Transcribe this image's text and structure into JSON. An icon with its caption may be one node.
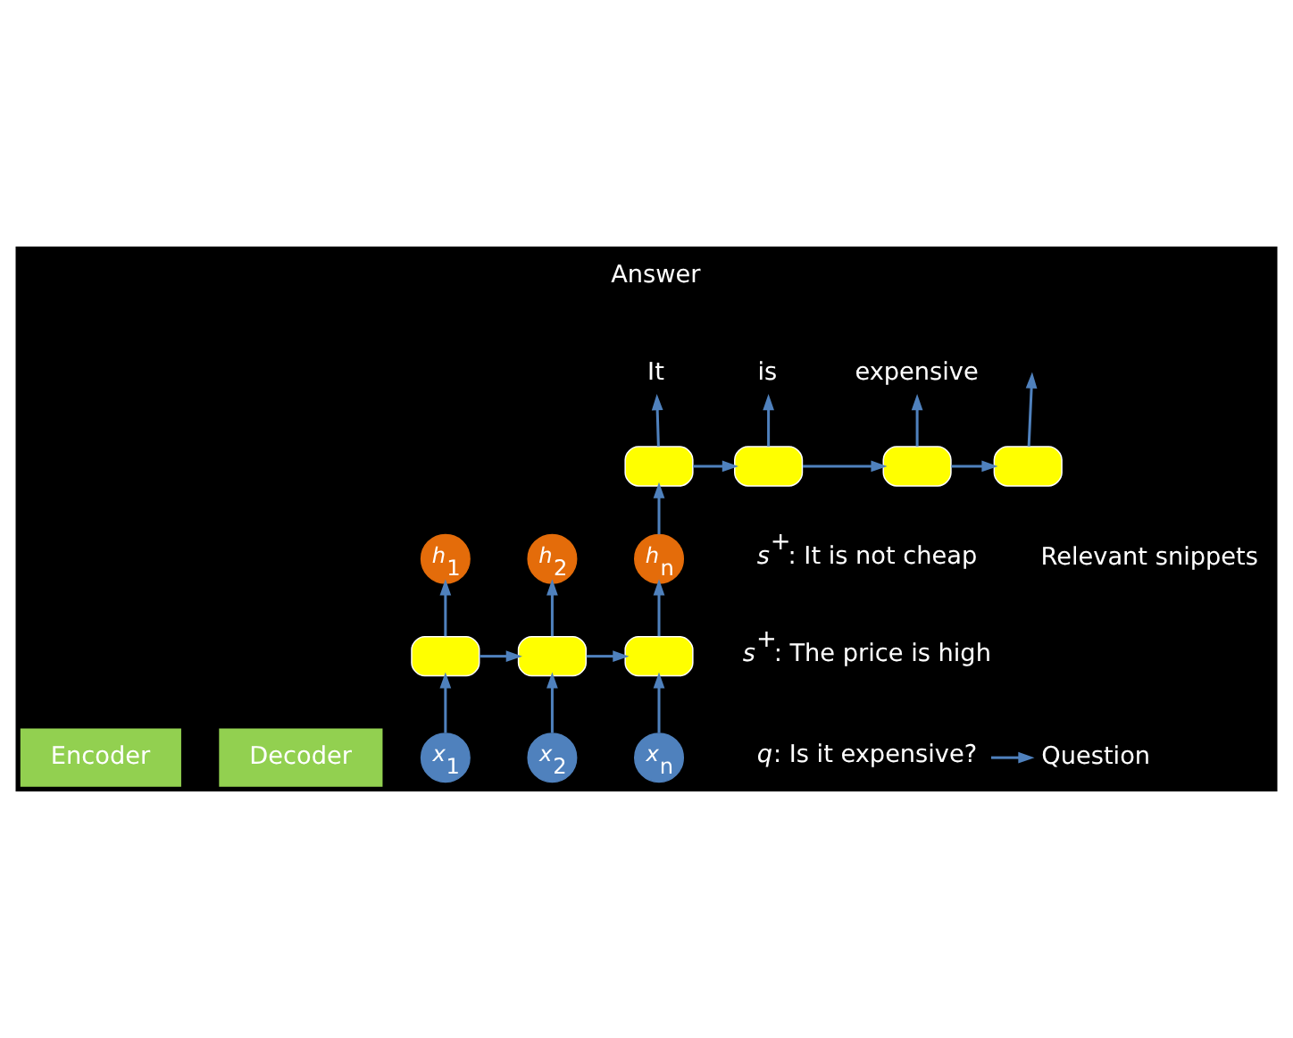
{
  "diagram": {
    "nodes": [
      {
        "text": [
          "Encoder"
        ]
      },
      {
        "text": [
          "*h*$_{1}$"
        ]
      },
      {
        "text": [
          "*h*$_{2}$"
        ]
      },
      {
        "text": [
          "*h*$_{n}$"
        ]
      },
      {
        "text": [],
        "shape": "box"
      },
      {
        "text": [],
        "shape": "box"
      },
      {
        "text": [],
        "shape": "box"
      },
      {
        "text": [
          "*x*$_{1}$"
        ]
      },
      {
        "text": [
          "*x*$_{2}$"
        ]
      },
      {
        "text": [
          "*x*$_{n}$"
        ]
      },
      {
        "text": [
          "Decoder"
        ]
      },
      {
        "text": [],
        "shape": "box"
      },
      {
        "text": [],
        "shape": "box"
      },
      {
        "text": [],
        "shape": "box"
      },
      {
        "text": [],
        "shape": "box"
      },
      {
        "text": [
          "It"
        ]
      },
      {
        "text": [
          "is"
        ]
      },
      {
        "text": [
          "expensive"
        ]
      },
      {
        "text": [
          "*q*: Is it expensive?"
        ]
      },
      {
        "text": [
          "Question"
        ]
      }
    ],
    "edges": [
      {
        "from": 7,
        "to": 4,
        "arrow": "to"
      },
      {
        "from": 4,
        "to": 1,
        "arrow": "to"
      },
      {
        "from": 4,
        "to": 5,
        "arrow": "to"
      },
      {
        "from": 8,
        "to": 5,
        "arrow": "to"
      },
      {
        "from": 5,
        "to": 2,
        "arrow": "to"
      },
      {
        "from": 5,
        "to": 6,
        "arrow": "to"
      },
      {
        "from": 9,
        "to": 6,
        "arrow": "to"
      },
      {
        "from": 6,
        "to": 3,
        "arrow": "to"
      },
      {
        "from": 3,
        "to": 11,
        "arrow": "to"
      },
      {
        "from": 11,
        "to": 12,
        "arrow": "to"
      },
      {
        "from": 12,
        "to": 13,
        "arrow": "to"
      },
      {
        "from": 13,
        "to": 14,
        "arrow": "to"
      },
      {
        "from": 11,
        "to": 15,
        "arrow": "to"
      },
      {
        "from": 12,
        "to": 16,
        "arrow": "to"
      },
      {
        "from": 13,
        "to": 17,
        "arrow": "to"
      },
      {
        "from": 14,
        "to": null,
        "arrow": "to"
      },
      {
        "from": 18,
        "to": 19,
        "arrow": "to"
      }
    ],
    "labels": [
      "Answer",
      "*s*$^{+}$: The price is high",
      "*s*$^{+}$: It is not cheap",
      "Relevant snippets"
    ]
  }
}
